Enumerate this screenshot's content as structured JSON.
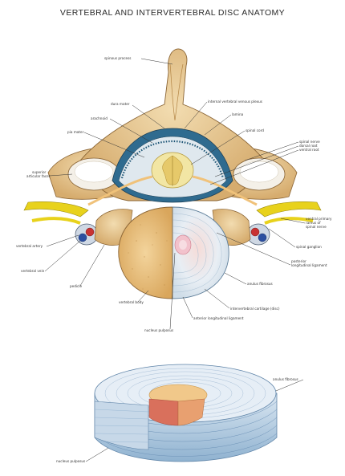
{
  "title": "VERTEBRAL AND INTERVERTEBRAL DISC ANATOMY",
  "labels": {
    "spinous_process": "spinous process",
    "dura_mater": "dura mater",
    "internal_venous_plexus": "internal vertebral venous plexus",
    "arachnoid": "arachnoid",
    "lamina": "lamina",
    "pia_mater": "pia mater",
    "spinal_cord": "spinal cord",
    "spinal_nerve": "spinal nerve",
    "dorsal_root": "dorsal root",
    "ventral_root": "ventral root",
    "superior_articular_facet_1": "superior",
    "superior_articular_facet_2": "articular facet",
    "ventral_primary_ramus_1": "ventral primary",
    "ventral_primary_ramus_2": "ramus of",
    "ventral_primary_ramus_3": "spinal nerve",
    "vertebral_artery": "vertebral artery",
    "spinal_ganglion": "spinal ganglion",
    "vertebral_vein": "vertebral vein",
    "posterior_ligament_1": "posterior",
    "posterior_ligament_2": "longitudinal ligament",
    "pedicle": "pedicle",
    "annulus_fibrosus": "anulus fibrosus",
    "vertebral_body": "vertebral body",
    "intervertebral_cartilage": "intervertebral cartilage (disc)",
    "anterior_ligament": "anterior longitudinal ligament",
    "nucleus_pulposus": "nucleus pulposus",
    "disc_annulus_fibrosus": "anulus fibrosus",
    "disc_nucleus_pulposus": "nucleus pulposus"
  }
}
